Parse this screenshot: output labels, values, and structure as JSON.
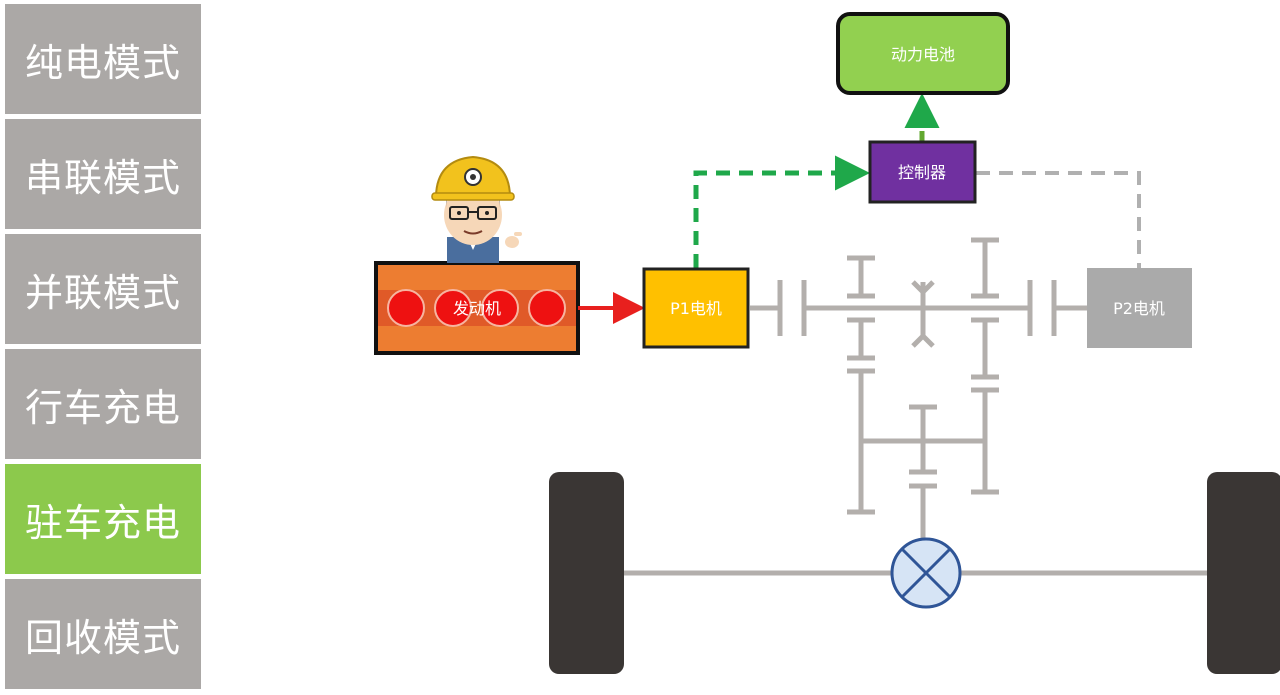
{
  "sidebar": {
    "items": [
      {
        "label": "纯电模式",
        "active": false
      },
      {
        "label": "串联模式",
        "active": false
      },
      {
        "label": "并联模式",
        "active": false
      },
      {
        "label": "行车充电",
        "active": false
      },
      {
        "label": "驻车充电",
        "active": true
      },
      {
        "label": "回收模式",
        "active": false
      }
    ]
  },
  "diagram": {
    "battery": "动力电池",
    "controller": "控制器",
    "engine": "发动机",
    "p1_motor": "P1电机",
    "p2_motor": "P2电机"
  },
  "colors": {
    "sidebar_inactive": "#aba8a6",
    "sidebar_active": "#8cc94c",
    "battery": "#92d050",
    "controller": "#7030a0",
    "engine": "#ed7d31",
    "p1_motor": "#ffc000",
    "p2_motor": "#aaaaaa",
    "mechanical_arrow": "#e8201e",
    "energy_flow": "#1fa84a",
    "signal_line": "#b0b0b0",
    "wheel": "#3a3634",
    "differential": "#d6e4f5"
  },
  "icons": [
    "engineer-mascot-icon",
    "differential-icon"
  ]
}
